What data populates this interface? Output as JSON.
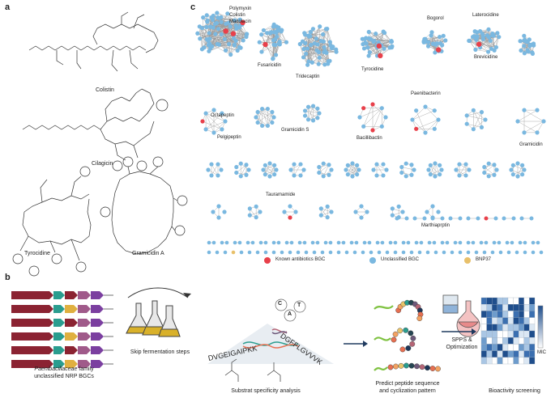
{
  "panel_a": {
    "letter": "a",
    "compounds": [
      "Colistin",
      "Cilagicin",
      "Tyrocidine",
      "Gramicidin A"
    ]
  },
  "panel_c": {
    "letter": "c",
    "clusters": {
      "polymyxin": [
        "Polymyxin",
        "Colistin",
        "Macolacin"
      ],
      "fusaricidin": "Fusaricidin",
      "tridecaptin": "Tridecaptin",
      "tyrocidine": "Tyrocidine",
      "bogorol": "Bogorol",
      "laterocidine": "Laterocidine",
      "brevicidine": "Brevicidine",
      "paenibacterin": "Paenibacterin",
      "octapeptin": "Octapeptin",
      "gramicidin_s": "Gramicidin S",
      "pelgipeptin": "Pelgipeptin",
      "bacillibactin": "Bacillibactin",
      "gramicidin": "Gramicidin",
      "tauramamide": "Tauramamide",
      "marthiapeptin": "Marthiaprptin"
    },
    "legend": [
      {
        "label": "Known antibiotics BGC",
        "color": "#e8404a"
      },
      {
        "label": "Unclassified BGC",
        "color": "#7ab8e0"
      },
      {
        "label": "BNP37",
        "color": "#e8c06a"
      }
    ]
  },
  "panel_b": {
    "letter": "b",
    "family_label_italic": "Paenibacillaceae",
    "family_label_rest": " family",
    "family_label_line2": "unclassified NRP BGCs",
    "skip_label": "Skip fermentation steps",
    "cat_letters": [
      "C",
      "A",
      "T"
    ],
    "seq_left": "DVGEIGAIPKK",
    "seq_right": "DGFFLGVVVK",
    "substrate_label": "Substrat specificity analysis",
    "predict_label_1": "Predict peptide sequence",
    "predict_label_2": "and cyclization pattern",
    "spps_label_1": "SPPS &",
    "spps_label_2": "Optimization",
    "bio_label": "Bioactivity screening",
    "mic_label": "MIC"
  }
}
